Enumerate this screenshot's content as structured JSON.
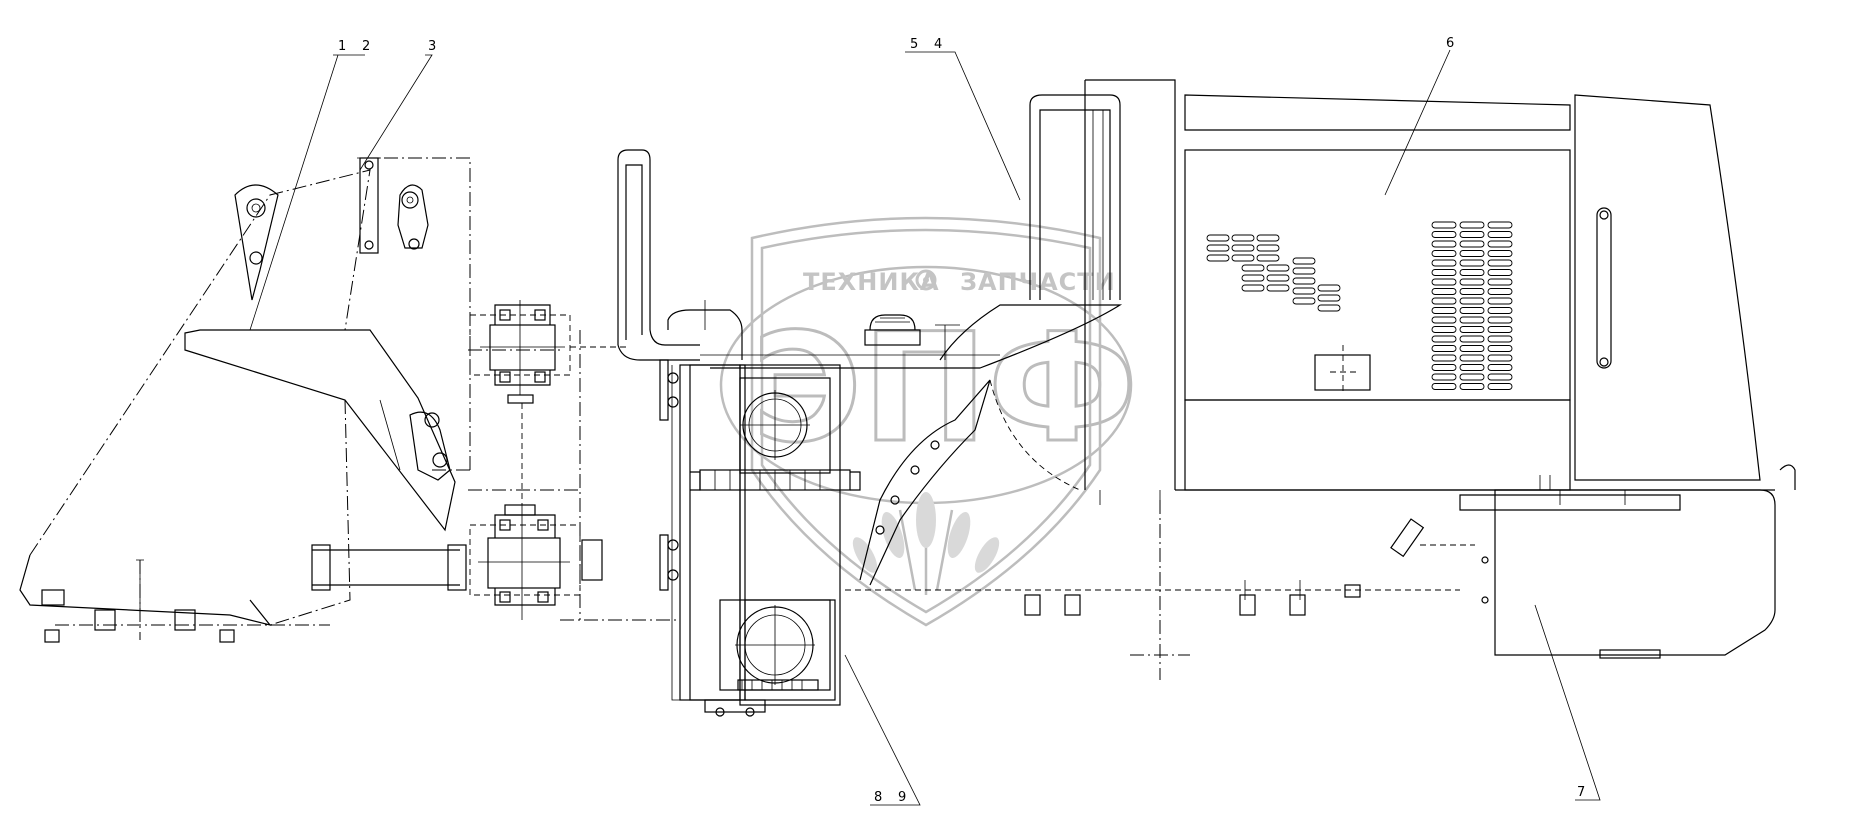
{
  "callouts": {
    "c1": "1",
    "c2": "2",
    "c3": "3",
    "c4": "4",
    "c5": "5",
    "c6": "6",
    "c7": "7",
    "c8": "8",
    "c9": "9"
  },
  "watermark": {
    "left_text": "ТЕХНИКА",
    "right_text": "ЗАПЧАСТИ",
    "monogram": "ЭПФ",
    "gear_icon": "gear-icon",
    "wheat_icon": "wheat-icon"
  }
}
